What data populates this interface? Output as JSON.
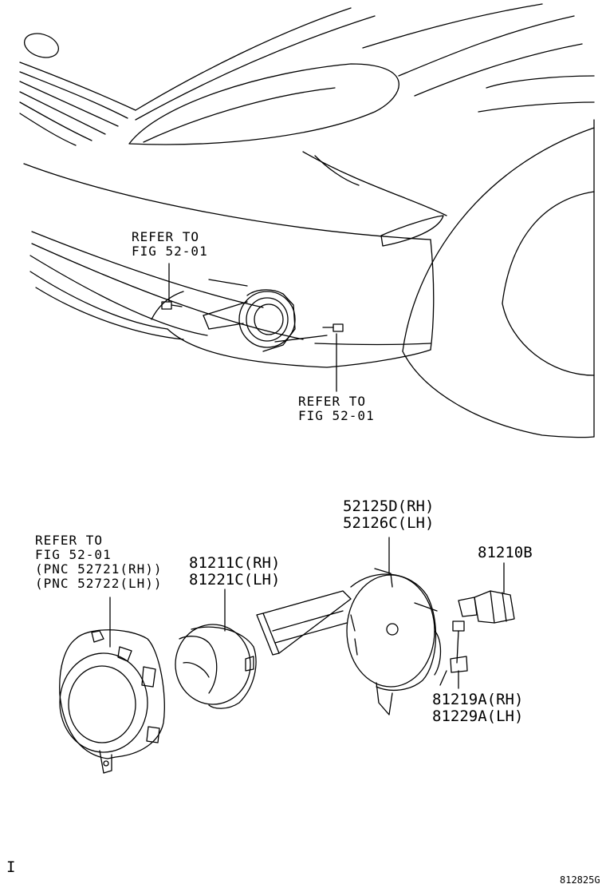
{
  "labels": {
    "refer_top_left": {
      "line1": "REFER TO",
      "line2": "FIG 52-01"
    },
    "refer_top_right": {
      "line1": "REFER TO",
      "line2": "FIG 52-01"
    },
    "refer_bottom_left": {
      "line1": "REFER TO",
      "line2": "FIG 52-01",
      "line3": "(PNC 52721(RH))",
      "line4": "(PNC 52722(LH))"
    },
    "part_bracket": {
      "rh": "52125D(RH)",
      "lh": "52126C(LH)"
    },
    "part_fog_lamp": {
      "rh": "81211C(RH)",
      "lh": "81221C(LH)"
    },
    "part_bulb": {
      "code": "81210B"
    },
    "part_socket": {
      "rh": "81219A(RH)",
      "lh": "81229A(LH)"
    }
  },
  "footer": {
    "corner_mark": "I",
    "figure_id": "812825G"
  }
}
